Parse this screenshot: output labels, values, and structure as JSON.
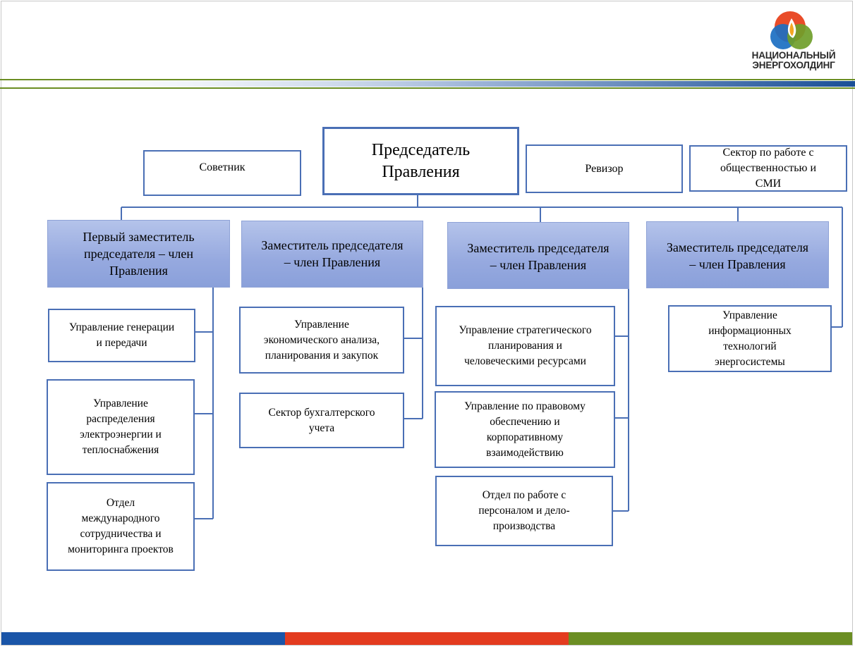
{
  "logo": {
    "line1": "НАЦИОНАЛЬНЫЙ",
    "line2": "ЭНЕРГОХОЛДИНГ",
    "colors": [
      "#e8421e",
      "#f5a623",
      "#1b6fc2",
      "#6f9e2a"
    ]
  },
  "chairman": {
    "lines": [
      "Председатель",
      "Правления"
    ]
  },
  "advisor": {
    "label": "Советник"
  },
  "auditor": {
    "label": "Ревизор"
  },
  "pr_sector": {
    "lines": [
      "Сектор по работе с",
      "общественностью и",
      "СМИ"
    ]
  },
  "deputies": [
    {
      "lines": [
        "Первый заместитель",
        "председателя – член",
        "Правления"
      ]
    },
    {
      "lines": [
        "Заместитель председателя",
        "– член Правления"
      ]
    },
    {
      "lines": [
        "Заместитель председателя",
        "– член Правления"
      ]
    },
    {
      "lines": [
        "Заместитель председателя",
        "– член Правления"
      ]
    }
  ],
  "units": {
    "col1": [
      {
        "lines": [
          "Управление генерации",
          "и  передачи"
        ]
      },
      {
        "lines": [
          "Управление",
          "распределения",
          "электроэнергии и",
          "теплоснабжения"
        ]
      },
      {
        "lines": [
          "Отдел",
          "международного",
          "сотрудничества и",
          "мониторинга проектов"
        ]
      }
    ],
    "col2": [
      {
        "lines": [
          "Управление",
          "экономического анализа,",
          "планирования и закупок"
        ]
      },
      {
        "lines": [
          "Сектор бухгалтерского",
          "учета"
        ]
      }
    ],
    "col3": [
      {
        "lines": [
          "Управление стратегического",
          "планирования и",
          "человеческими ресурсами"
        ]
      },
      {
        "lines": [
          "Управление по правовому",
          "обеспечению  и",
          "корпоративному",
          "взаимодействию"
        ]
      },
      {
        "lines": [
          "Отдел по работе с",
          "персоналом и дело-",
          "производства"
        ]
      }
    ],
    "col4": [
      {
        "lines": [
          "Управление",
          "информационных",
          "технологий",
          "энергосистемы"
        ]
      }
    ]
  },
  "bottom_bar_colors": [
    "#1a55a8",
    "#e33b1f",
    "#6b8e23"
  ]
}
